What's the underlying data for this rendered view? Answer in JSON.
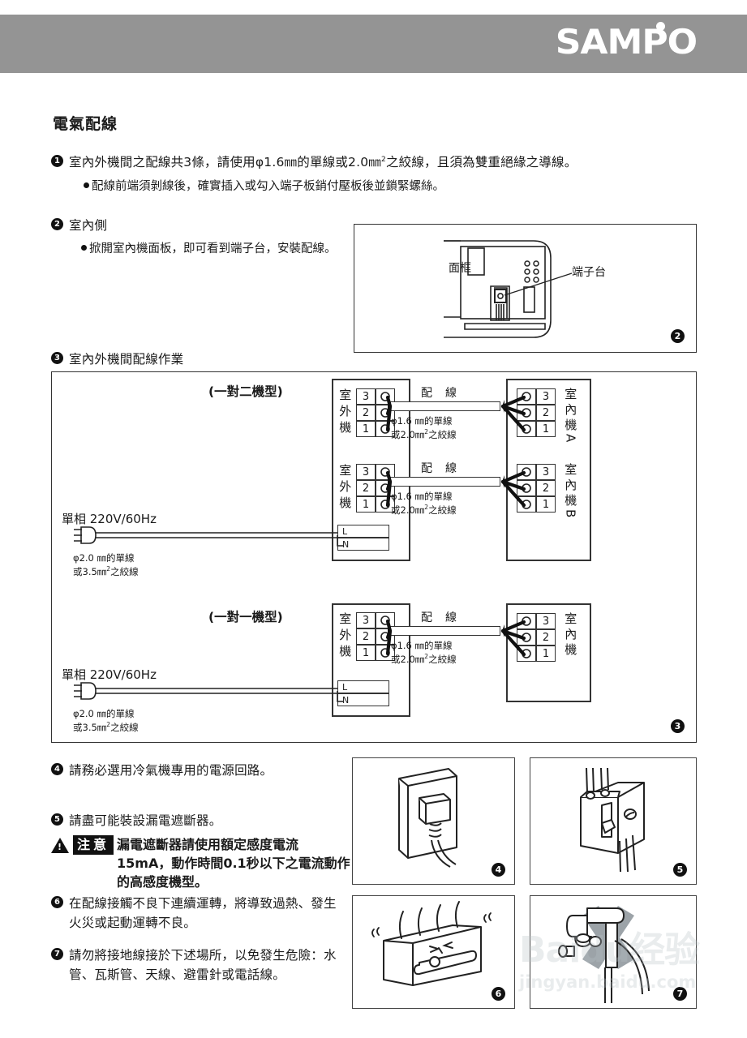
{
  "header": {
    "brand": "SAMPO",
    "bar_color": "#949494"
  },
  "section": {
    "title": "電氣配線"
  },
  "items": [
    {
      "num": "1",
      "text_a": "室內外機間之配線共3條，請使用φ1.6㎜的單線或2.0㎜",
      "sup": "2",
      "text_b": "之絞線，且須為雙重絕緣之導線。",
      "sub": "配線前端須剝線後，確實插入或勾入端子板銷付壓板後並鎖緊螺絲。"
    },
    {
      "num": "2",
      "text": "室內側",
      "sub": "掀開室內機面板，即可看到端子台，安裝配線。"
    },
    {
      "num": "3",
      "text": "室內外機間配線作業"
    },
    {
      "num": "4",
      "text": "請務必選用冷氣機專用的電源回路。"
    },
    {
      "num": "5",
      "text": "請盡可能裝設漏電遮斷器。"
    },
    {
      "num": "6",
      "text": "在配線接觸不良下連續運轉，將導致過熱、發生火災或起動運轉不良。"
    },
    {
      "num": "7",
      "text": "請勿將接地線接於下述場所，以免發生危險：水管、瓦斯管、天線、避雷針或電話線。"
    }
  ],
  "caution": {
    "tag": "注意",
    "body": "漏電遮斷器請使用額定感度電流15mA，動作時間0.1秒以下之電流動作的高感度機型。"
  },
  "fig2": {
    "badge": "2",
    "frame_label": "面框",
    "terminal_label": "端子台"
  },
  "fig3": {
    "badge": "3",
    "models": [
      {
        "label": "(一對二機型)",
        "outdoor_label": "室外機",
        "terminals": [
          "3",
          "2",
          "1"
        ],
        "power_label": "單相 220V/60Hz",
        "power_terminals": [
          "L",
          "N"
        ],
        "power_spec_line1": "φ2.0 ㎜的單線",
        "power_spec_line2": "或3.5㎜",
        "power_spec_sup": "2",
        "power_spec_line2b": "之絞線",
        "wire_title": "配　線",
        "wire_spec_line1": "φ1.6 ㎜的單線",
        "wire_spec_line2": "或2.0㎜",
        "wire_spec_sup": "2",
        "wire_spec_line2b": "之絞線",
        "indoor_units": [
          {
            "label": "室內機A",
            "terminals": [
              "3",
              "2",
              "1"
            ]
          },
          {
            "label": "室內機B",
            "terminals": [
              "3",
              "2",
              "1"
            ]
          }
        ]
      },
      {
        "label": "(一對一機型)",
        "outdoor_label": "室外機",
        "terminals": [
          "3",
          "2",
          "1"
        ],
        "power_label": "單相 220V/60Hz",
        "power_terminals": [
          "L",
          "N"
        ],
        "power_spec_line1": "φ2.0 ㎜的單線",
        "power_spec_line2": "或3.5㎜",
        "power_spec_sup": "2",
        "power_spec_line2b": "之絞線",
        "wire_title": "配　線",
        "wire_spec_line1": "φ1.6 ㎜的單線",
        "wire_spec_line2": "或2.0㎜",
        "wire_spec_sup": "2",
        "wire_spec_line2b": "之絞線",
        "indoor_units": [
          {
            "label": "室內機",
            "terminals": [
              "3",
              "2",
              "1"
            ]
          }
        ]
      }
    ]
  },
  "photos": [
    {
      "badge": "4",
      "name": "wall-outlet-plug"
    },
    {
      "badge": "5",
      "name": "earth-leakage-breaker"
    },
    {
      "badge": "6",
      "name": "overheating-indoor-unit"
    },
    {
      "badge": "7",
      "name": "water-pipe-prohibited"
    }
  ],
  "watermark": {
    "main": "Baidu经验",
    "sub": "jingyan.baidu.com"
  }
}
